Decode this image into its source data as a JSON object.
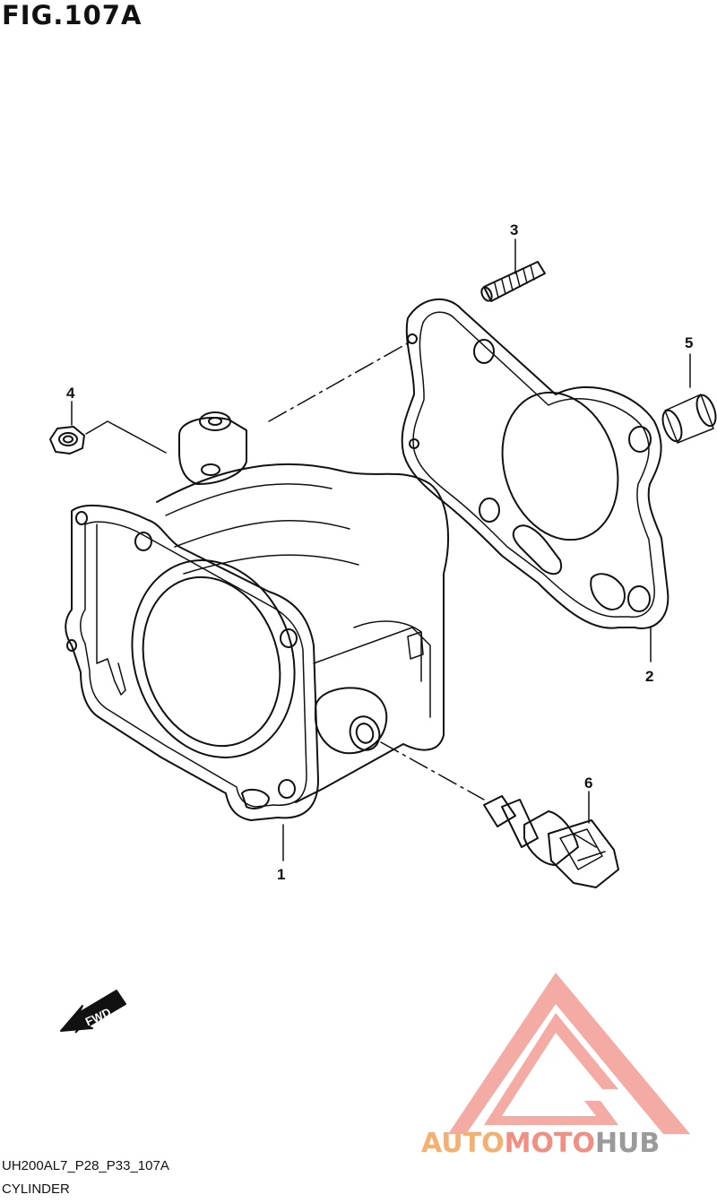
{
  "figure": {
    "title": "FIG.107A",
    "model_code": "UH200AL7_P28_P33_107A",
    "section_caption": "CYLINDER"
  },
  "callouts": [
    {
      "id": "1",
      "label": "1",
      "part": "cylinder"
    },
    {
      "id": "2",
      "label": "2",
      "part": "cylinder-gasket"
    },
    {
      "id": "3",
      "label": "3",
      "part": "stud-bolt"
    },
    {
      "id": "4",
      "label": "4",
      "part": "nut"
    },
    {
      "id": "5",
      "label": "5",
      "part": "dowel-pin"
    },
    {
      "id": "6",
      "label": "6",
      "part": "temperature-sensor"
    }
  ],
  "fwd_label": "FWD",
  "watermark": {
    "part1": "AUTO",
    "part2": "MOTO",
    "part3": "HUB",
    "colors": {
      "part1": "#f3b071",
      "part2": "#f08f82",
      "part3": "#9a9a9a",
      "logo": "#f2a29b"
    }
  },
  "icons": [
    "fwd-arrow-icon",
    "automotohub-logo-icon"
  ]
}
